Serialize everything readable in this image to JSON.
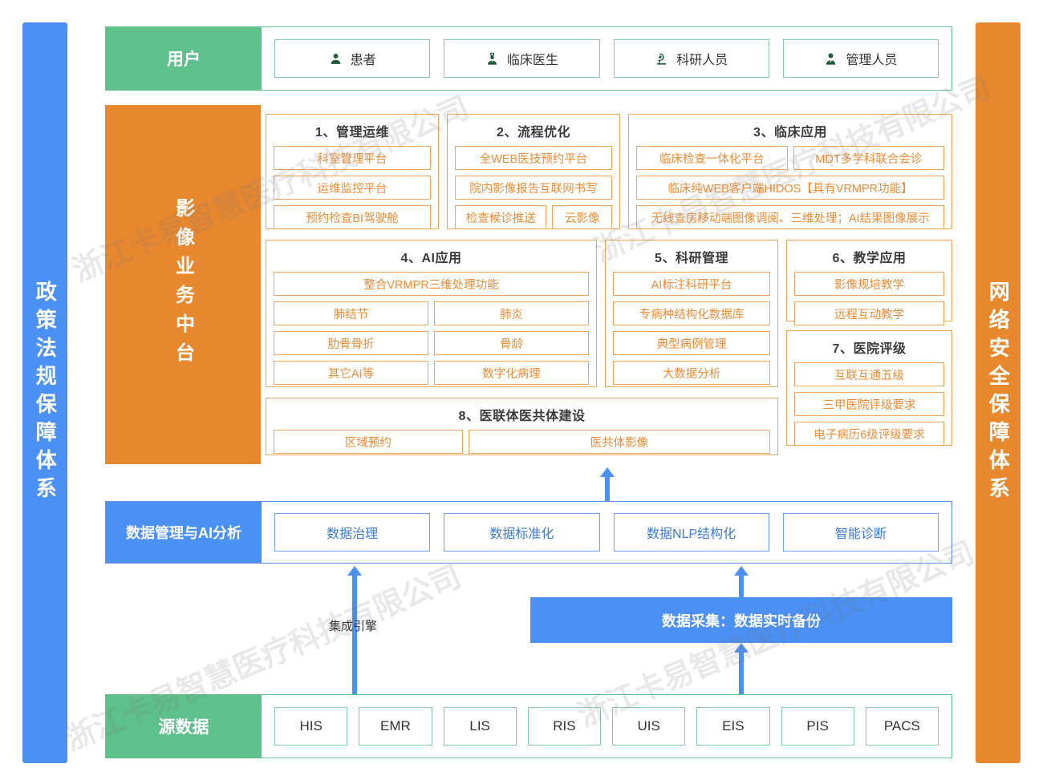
{
  "watermark": {
    "text": "浙江卡易智慧医疗科技有限公司"
  },
  "pillars": {
    "left": {
      "label": "政策法规保障体系",
      "color": "#4a90f5"
    },
    "right": {
      "label": "网络安全保障体系",
      "color": "#e8882e"
    }
  },
  "user_row": {
    "label": "用户",
    "color": "#5ec08a",
    "items": [
      {
        "icon": "user-icon",
        "label": "患者"
      },
      {
        "icon": "doctor-icon",
        "label": "临床医生"
      },
      {
        "icon": "microscope-icon",
        "label": "科研人员"
      },
      {
        "icon": "manager-icon",
        "label": "管理人员"
      }
    ]
  },
  "middle_platform": {
    "label": "影像业务中台",
    "color": "#e8882e",
    "groups": [
      {
        "id": "g1",
        "title": "1、管理运维",
        "rows": [
          [
            "科室管理平台"
          ],
          [
            "运维监控平台"
          ],
          [
            "预约检查BI驾驶舱"
          ]
        ]
      },
      {
        "id": "g2",
        "title": "2、流程优化",
        "rows": [
          [
            "全WEB医技预约平台"
          ],
          [
            "院内影像报告互联网书写"
          ],
          [
            "检查候诊推送",
            "云影像"
          ]
        ]
      },
      {
        "id": "g3",
        "title": "3、临床应用",
        "rows": [
          [
            "临床检查一体化平台",
            "MDT多学科联合会诊"
          ],
          [
            "临床纯WEB客户端HIDOS【具有VRMPR功能】"
          ],
          [
            "无线查房移动端图像调阅、三维处理；AI结果图像展示"
          ]
        ]
      },
      {
        "id": "g4",
        "title": "4、AI应用",
        "rows": [
          [
            "整合VRMPR三维处理功能"
          ],
          [
            "肺结节",
            "肺炎"
          ],
          [
            "肋骨骨折",
            "骨龄"
          ],
          [
            "其它AI等",
            "数字化病理"
          ]
        ]
      },
      {
        "id": "g5",
        "title": "5、科研管理",
        "rows": [
          [
            "AI标注科研平台"
          ],
          [
            "专病种结构化数据库"
          ],
          [
            "典型病例管理"
          ],
          [
            "大数据分析"
          ]
        ]
      },
      {
        "id": "g6",
        "title": "6、教学应用",
        "rows": [
          [
            "影像规培教学"
          ],
          [
            "远程互动教学"
          ]
        ]
      },
      {
        "id": "g7",
        "title": "7、医院评级",
        "rows": [
          [
            "互联互通五级"
          ],
          [
            "三甲医院评级要求"
          ],
          [
            "电子病历6级评级要求"
          ]
        ]
      },
      {
        "id": "g8",
        "title": "8、医联体医共体建设",
        "rows": [
          [
            "区域预约",
            "医共体影像"
          ]
        ]
      }
    ]
  },
  "data_row": {
    "label": "数据管理与AI分析",
    "color": "#4a90f5",
    "items": [
      "数据治理",
      "数据标准化",
      "数据NLP结构化",
      "智能诊断"
    ]
  },
  "middle_band": {
    "engine_label": "集成引擎",
    "collect_label": "数据采集：数据实时备份",
    "collect_color": "#4a90f5"
  },
  "source_row": {
    "label": "源数据",
    "color": "#5ec08a",
    "items": [
      "HIS",
      "EMR",
      "LIS",
      "RIS",
      "UIS",
      "EIS",
      "PIS",
      "PACS"
    ]
  }
}
